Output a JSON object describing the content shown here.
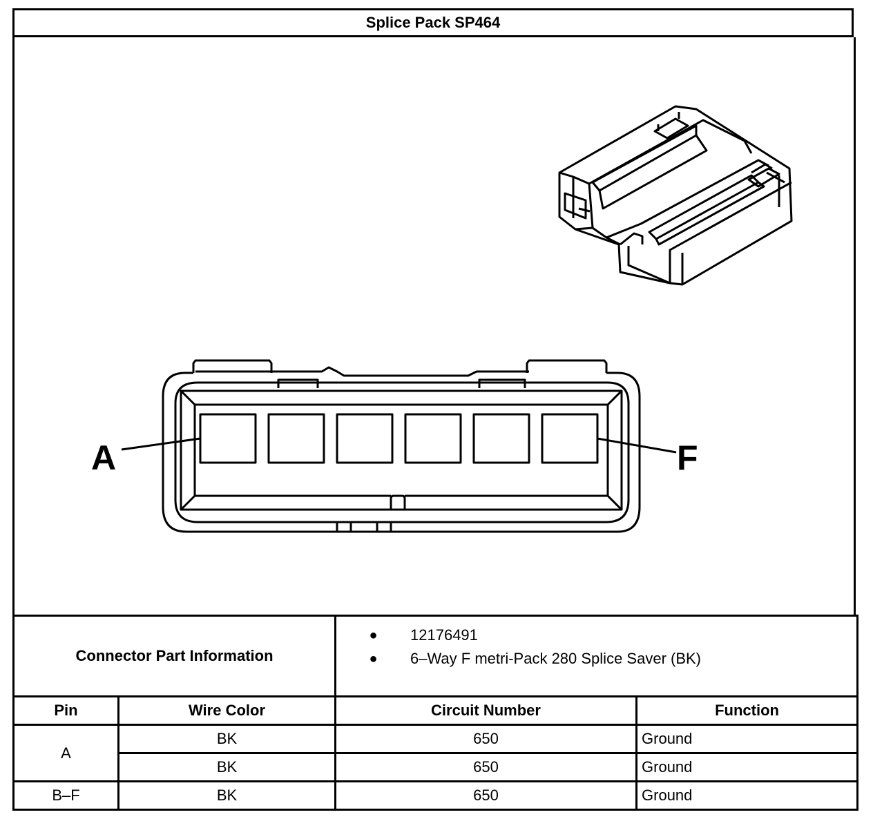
{
  "title": "Splice Pack SP464",
  "diagram": {
    "label_left": "A",
    "label_right": "F",
    "cavity_count": 6
  },
  "connector_info": {
    "label": "Connector Part Information",
    "items": [
      "12176491",
      "6–Way F metri-Pack 280 Splice Saver (BK)"
    ]
  },
  "pin_table": {
    "headers": [
      "Pin",
      "Wire Color",
      "Circuit Number",
      "Function"
    ],
    "rows": [
      {
        "pin": "A",
        "wire_color": "BK",
        "circuit": "650",
        "function": "Ground"
      },
      {
        "pin": "",
        "wire_color": "BK",
        "circuit": "650",
        "function": "Ground"
      },
      {
        "pin": "B–F",
        "wire_color": "BK",
        "circuit": "650",
        "function": "Ground"
      }
    ]
  }
}
